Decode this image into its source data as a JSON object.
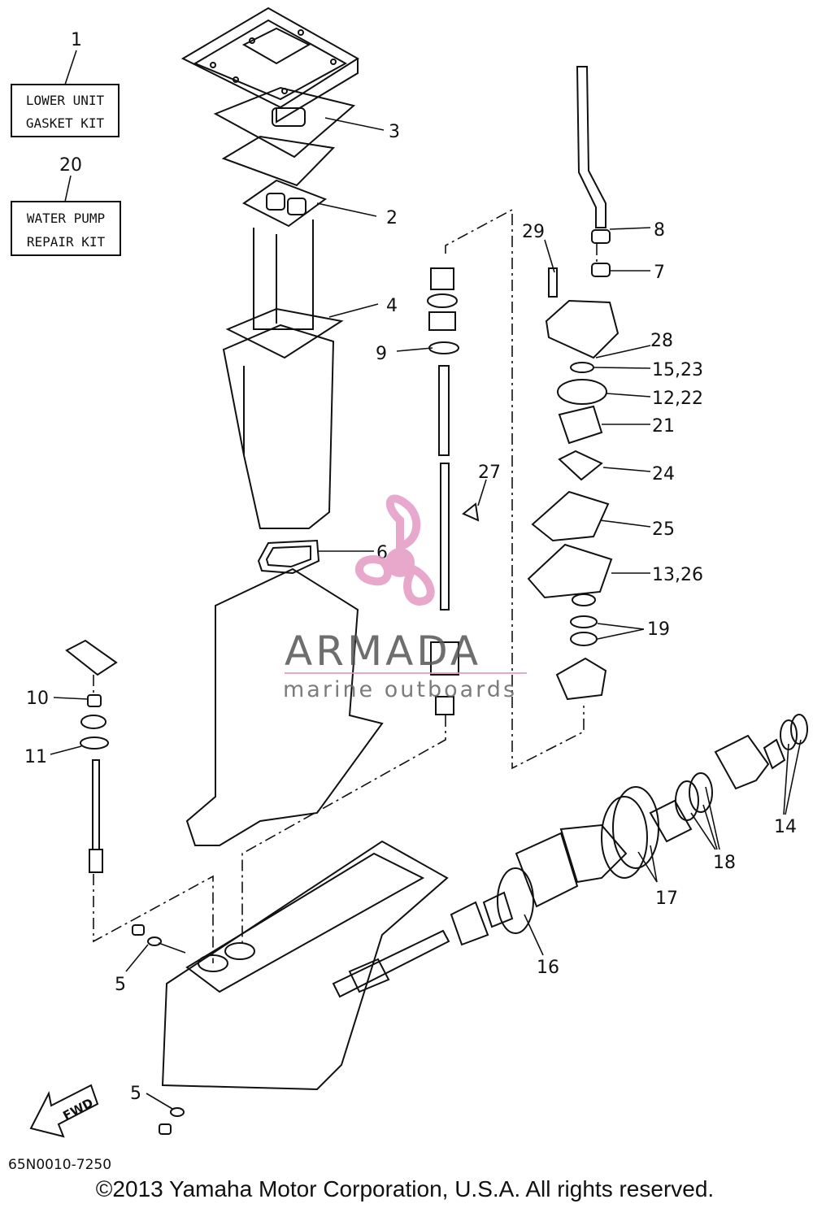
{
  "kits": [
    {
      "number": "1",
      "line1": "LOWER UNIT",
      "line2": "GASKET KIT"
    },
    {
      "number": "20",
      "line1": "WATER PUMP",
      "line2": "REPAIR KIT"
    }
  ],
  "callouts": {
    "c2": "2",
    "c3": "3",
    "c4": "4",
    "c5a": "5",
    "c5b": "5",
    "c6": "6",
    "c7": "7",
    "c8": "8",
    "c9": "9",
    "c10": "10",
    "c11": "11",
    "c12": "12,22",
    "c13": "13,26",
    "c14": "14",
    "c15": "15,23",
    "c16": "16",
    "c17": "17",
    "c18": "18",
    "c19": "19",
    "c21": "21",
    "c24": "24",
    "c25": "25",
    "c27": "27",
    "c28": "28",
    "c29": "29"
  },
  "watermark": {
    "brand": "ARMADA",
    "tagline": "marine outboards",
    "accent": "#e39ac4"
  },
  "fwd_label": "FWD",
  "diagram_code": "65N0010-7250",
  "copyright": "©2013 Yamaha Motor Corporation, U.S.A. All rights reserved."
}
